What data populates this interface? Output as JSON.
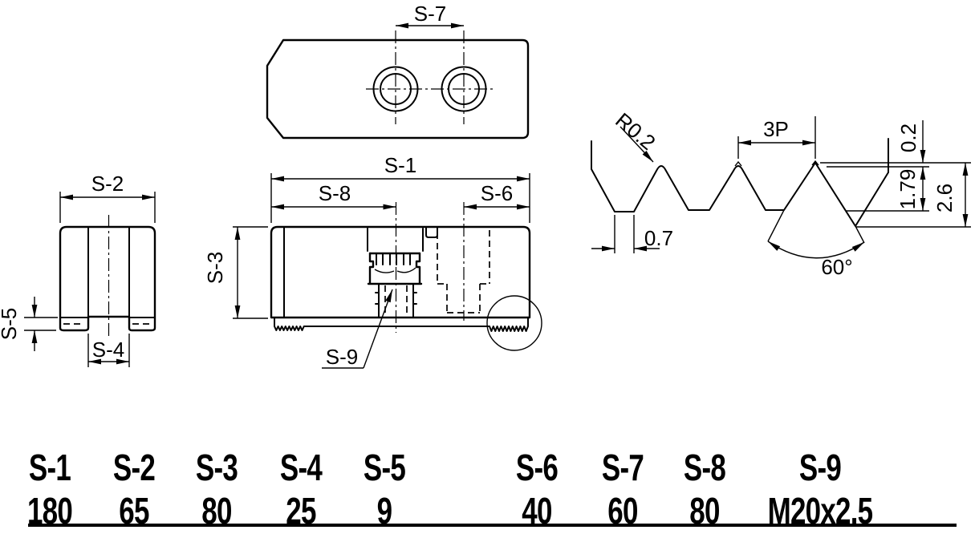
{
  "views": {
    "top": {
      "s7": "S-7"
    },
    "front": {
      "s2": "S-2",
      "s4": "S-4",
      "s5": "S-5"
    },
    "side": {
      "s1": "S-1",
      "s3": "S-3",
      "s6": "S-6",
      "s8": "S-8",
      "s9": "S-9"
    },
    "profile": {
      "radius": "R0.2",
      "pitch": "3P",
      "crest_flat": "0.2",
      "tooth_depth": "1.79",
      "full_depth": "2.6",
      "root_width": "0.7",
      "angle": "60°"
    }
  },
  "table": {
    "columns": [
      {
        "label": "S-1",
        "value": "180"
      },
      {
        "label": "S-2",
        "value": "65"
      },
      {
        "label": "S-3",
        "value": "80"
      },
      {
        "label": "S-4",
        "value": "25"
      },
      {
        "label": "S-5",
        "value": "9"
      },
      {
        "label": "S-6",
        "value": "40"
      },
      {
        "label": "S-7",
        "value": "60"
      },
      {
        "label": "S-8",
        "value": "80"
      },
      {
        "label": "S-9",
        "value": "M20x2.5"
      }
    ]
  },
  "colors": {
    "line": "#000000",
    "background": "#ffffff"
  }
}
